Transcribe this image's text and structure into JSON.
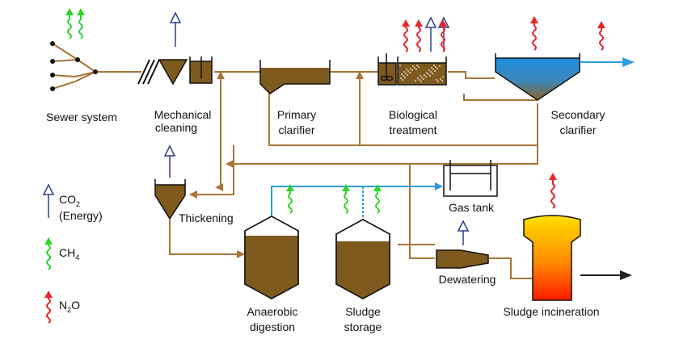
{
  "colors": {
    "pipe": "#A87436",
    "sludge": "#7F5A1E",
    "vessel_outline": "#111111",
    "gas_line": "#2E9CDB",
    "co2_arrow": "#2B3F8F",
    "ch4": "#2DD52D",
    "n2o": "#E8242B",
    "effluent": "#2E9CDB",
    "clarifier_water_top": "#1E8FE0",
    "clarifier_water_bottom": "#8A6028",
    "incinerator_top": "#FFE000",
    "incinerator_bottom": "#FF1A00",
    "output_arrow": "#222222"
  },
  "labels": {
    "sewer": "Sewer system",
    "mech_1": "Mechanical",
    "mech_2": "cleaning",
    "primary_1": "Primary",
    "primary_2": "clarifier",
    "bio_1": "Biological",
    "bio_2": "treatment",
    "secondary_1": "Secondary",
    "secondary_2": "clarifier",
    "thickening": "Thickening",
    "gas_tank": "Gas tank",
    "anaerobic_1": "Anaerobic",
    "anaerobic_2": "digestion",
    "storage_1": "Sludge",
    "storage_2": "storage",
    "dewatering": "Dewatering",
    "incineration": "Sludge incineration"
  },
  "legend": {
    "co2": {
      "main": "CO",
      "sub": "2",
      "note": "(Energy)",
      "icon": "hollow-arrow-up"
    },
    "ch4": {
      "main": "CH",
      "sub": "4",
      "icon": "wavy-arrow-up"
    },
    "n2o": {
      "main": "N",
      "sub": "2",
      "tail": "O",
      "icon": "wavy-arrow-up"
    }
  }
}
